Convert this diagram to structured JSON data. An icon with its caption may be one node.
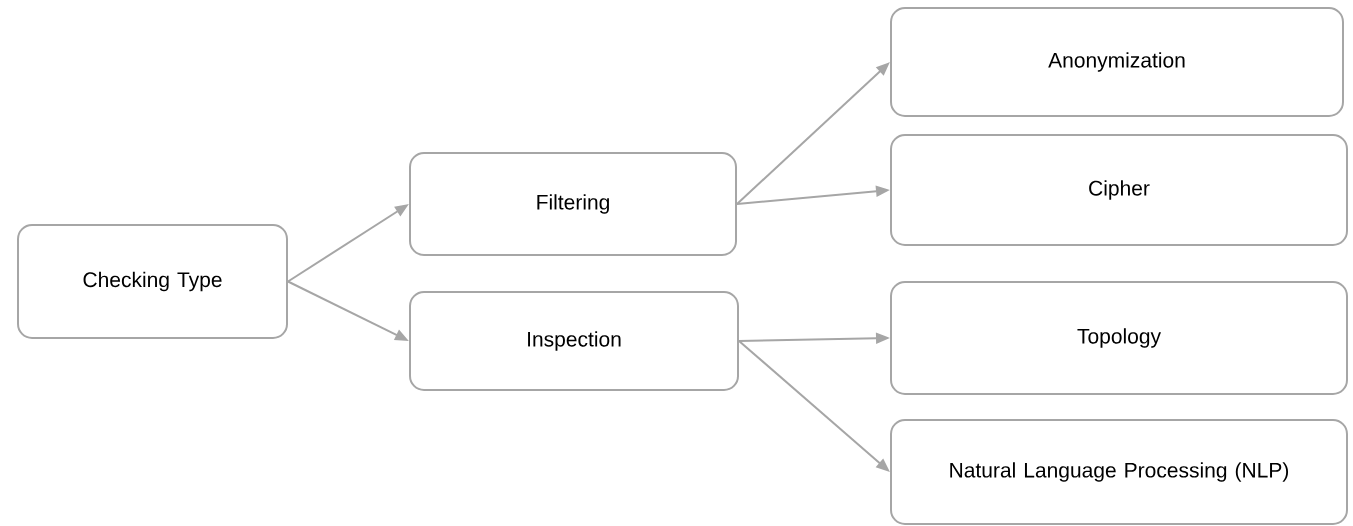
{
  "diagram": {
    "nodes": [
      {
        "text": [
          "Checking Type"
        ]
      },
      {
        "text": [
          "Filtering"
        ]
      },
      {
        "text": [
          "Inspection"
        ]
      },
      {
        "text": [
          "Anonymization"
        ]
      },
      {
        "text": [
          "Cipher"
        ]
      },
      {
        "text": [
          "Topology"
        ]
      },
      {
        "text": [
          "Natural Language Processing (NLP)"
        ]
      }
    ],
    "edges": [
      {
        "from": 0,
        "to": 1,
        "arrow": "to"
      },
      {
        "from": 0,
        "to": 2,
        "arrow": "to"
      },
      {
        "from": 1,
        "to": 3,
        "arrow": "to"
      },
      {
        "from": 1,
        "to": 4,
        "arrow": "to"
      },
      {
        "from": 2,
        "to": 5,
        "arrow": "to"
      },
      {
        "from": 2,
        "to": 6,
        "arrow": "to"
      }
    ]
  }
}
